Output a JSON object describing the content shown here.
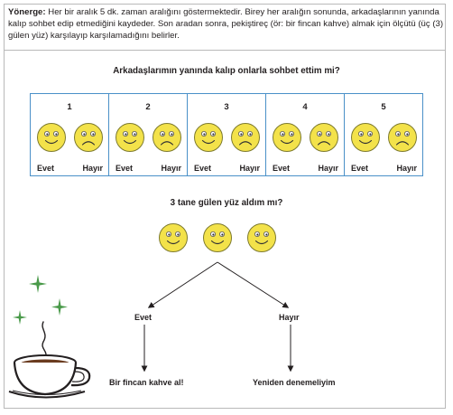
{
  "instruction": {
    "label": "Yönerge:",
    "text": "Her bir aralık 5 dk. zaman aralığını göstermektedir. Birey her aralığın sonunda, arkadaşlarının yanında kalıp sohbet edip etmediğini kaydeder. Son aradan sonra, pekiştireç (ör: bir fincan kahve) almak için ölçütü (üç (3) gülen yüz) karşılayıp karşılamadığını belirler."
  },
  "question1": "Arkadaşlarımın yanında kalıp onlarla sohbet ettim mi?",
  "intervals": [
    {
      "number": "1",
      "yes": "Evet",
      "no": "Hayır"
    },
    {
      "number": "2",
      "yes": "Evet",
      "no": "Hayır"
    },
    {
      "number": "3",
      "yes": "Evet",
      "no": "Hayır"
    },
    {
      "number": "4",
      "yes": "Evet",
      "no": "Hayır"
    },
    {
      "number": "5",
      "yes": "Evet",
      "no": "Hayır"
    }
  ],
  "question2": "3 tane gülen yüz aldım mı?",
  "decision": {
    "yes_label": "Evet",
    "no_label": "Hayır",
    "yes_outcome": "Bir fincan kahve al!",
    "no_outcome": "Yeniden denemeliyim"
  },
  "icons": {
    "face": "smiley-face-icon",
    "sad": "sad-face-icon",
    "cup": "coffee-cup-icon",
    "sparkle": "sparkle-icon"
  },
  "colors": {
    "face_fill": "#f3e24a",
    "face_stroke": "#7d7a2e",
    "interval_border": "#4a90c8",
    "frame_border": "#b9b9b9",
    "sparkle": "#4a9a4a"
  }
}
